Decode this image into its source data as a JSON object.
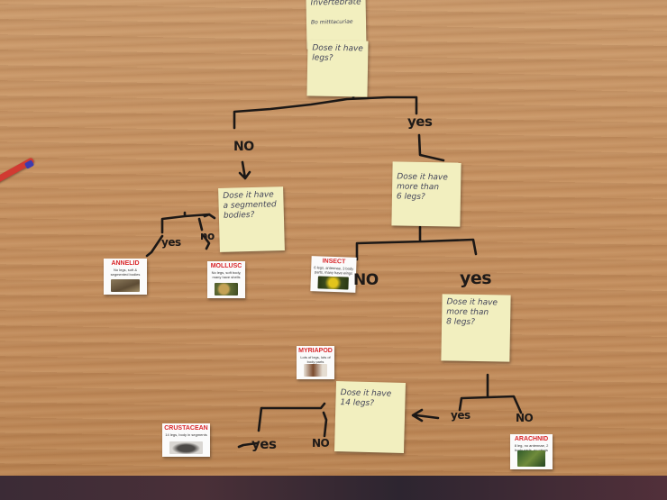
{
  "colors": {
    "table": "#c48f5f",
    "note": "#f2efbf",
    "ink": "#1c1816",
    "card_title": "#d9262a"
  },
  "handwritten_labels": {
    "no_1": "NO",
    "yes_1": "yes",
    "yes_2": "yes",
    "no_2": "no",
    "no_3": "NO",
    "yes_3": "yes",
    "yes_4": "yes",
    "no_4": "NO",
    "yes_5": "yes",
    "no_5": "NO"
  },
  "notes": {
    "top": {
      "line1": "Invertebrate",
      "line2": "Bo mitttacuriae",
      "line3": "Dose it have",
      "line4": "legs?"
    },
    "segmented": {
      "line1": "Dose it have",
      "line2": "a segmented",
      "line3": "bodies?"
    },
    "more6": {
      "line1": "Dose it have",
      "line2": "more than",
      "line3": "6 legs?"
    },
    "more8": {
      "line1": "Dose it have",
      "line2": "more than",
      "line3": "8 legs?"
    },
    "legs14": {
      "line1": "Dose it have",
      "line2": "14 legs?"
    }
  },
  "cards": {
    "annelid": {
      "title": "ANNELID",
      "desc": "No legs, soft & segmented bodies"
    },
    "mollusc": {
      "title": "MOLLUSC",
      "desc": "No legs, soft body, many have shells"
    },
    "insect": {
      "title": "INSECT",
      "desc": "6 legs, antennae, 3 body parts, many have wings"
    },
    "myriapod": {
      "title": "MYRIAPOD",
      "desc": "Lots of legs, lots of body parts"
    },
    "crustacean": {
      "title": "CRUSTACEAN",
      "desc": "14 legs, body in segments"
    },
    "arachnid": {
      "title": "ARACHNID",
      "desc": "8 leg, no antennae, 2 body parts, no wings"
    }
  }
}
